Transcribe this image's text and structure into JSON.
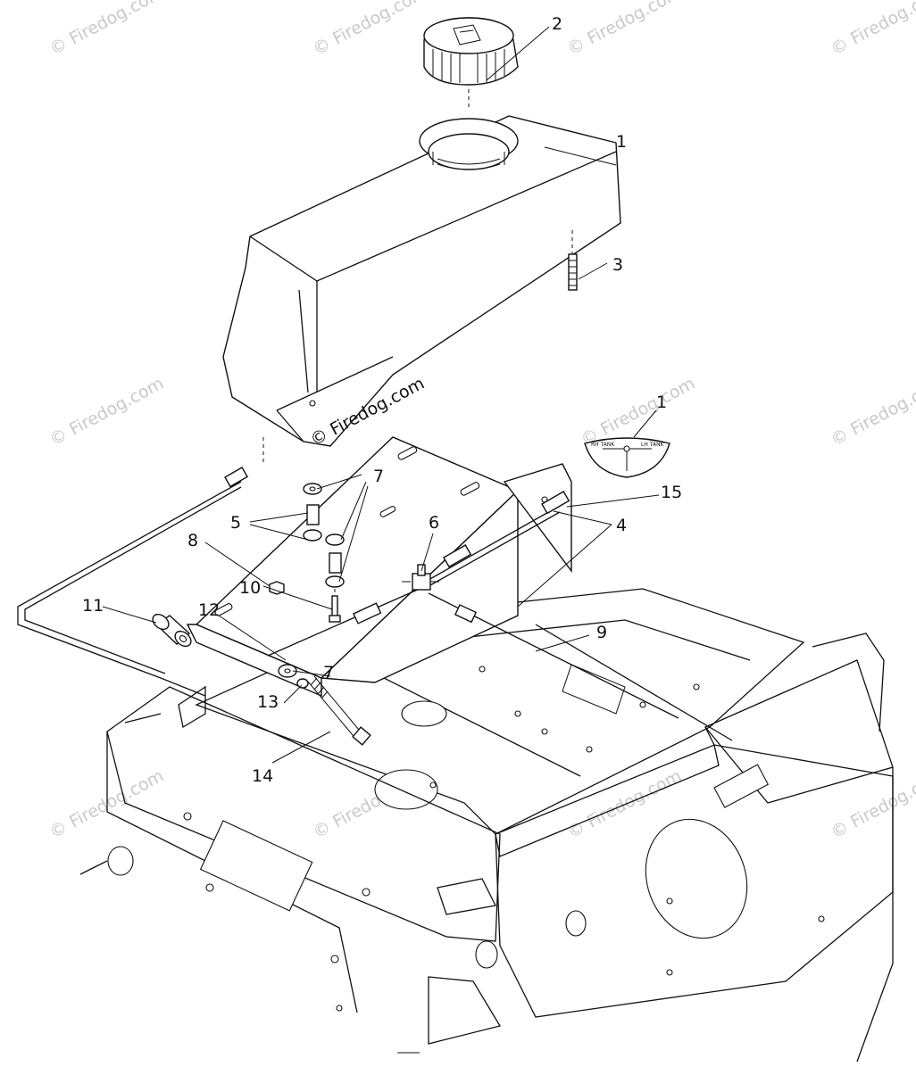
{
  "callouts": [
    "1",
    "2",
    "3",
    "4",
    "5",
    "6",
    "7",
    "7",
    "8",
    "9",
    "10",
    "11",
    "12",
    "13",
    "14",
    "15"
  ],
  "watermark": {
    "text": "© Firedog.com",
    "main_text": "© Firedog.com"
  },
  "selector_label": {
    "callout": "1",
    "left": "RH TANK",
    "right": "LH TANK"
  }
}
